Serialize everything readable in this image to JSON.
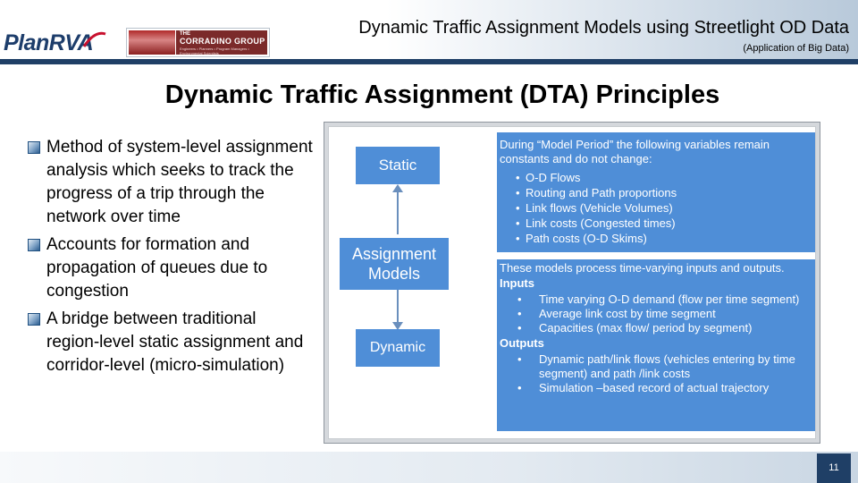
{
  "header": {
    "title": "Dynamic Traffic Assignment Models using Streetlight OD Data",
    "subtitle": "(Application of Big Data)",
    "logo_planrva": "PlanRVA",
    "logo_corradino": {
      "the": "THE",
      "name": "CORRADINO GROUP",
      "tagline": "Engineers • Planners • Program Managers • Environmental Scientists"
    }
  },
  "page_title": "Dynamic Traffic Assignment (DTA) Principles",
  "bullets": [
    "Method of system-level assignment analysis which seeks to track the progress of a trip through the network over time",
    "Accounts for formation and propagation of queues due to congestion",
    "A bridge between traditional region-level static assignment and corridor-level (micro-simulation)"
  ],
  "diagram": {
    "boxes": {
      "static": "Static",
      "models": "Assignment Models",
      "dynamic": "Dynamic"
    },
    "top_panel": {
      "intro": "During “Model Period” the following variables remain constants and do not change:",
      "items": [
        "O-D Flows",
        "Routing and Path proportions",
        "Link flows (Vehicle Volumes)",
        "Link costs (Congested times)",
        "Path costs (O-D Skims)"
      ]
    },
    "bottom_panel": {
      "intro": "These models process time-varying inputs and outputs.",
      "inputs_label": "Inputs",
      "inputs": [
        "Time varying O-D demand (flow per time segment)",
        "Average link cost by time segment",
        "Capacities (max flow/ period by segment)"
      ],
      "outputs_label": "Outputs",
      "outputs": [
        "Dynamic path/link flows (vehicles entering by time segment) and path /link costs",
        "Simulation –based  record of actual trajectory"
      ]
    }
  },
  "footer": {
    "slide_number": "11"
  },
  "colors": {
    "header_rule": "#1f3f66",
    "diagram_blue": "#4f8ed7",
    "arrow": "#6a8fbd",
    "slide_number_bg": "#1f3f66"
  }
}
